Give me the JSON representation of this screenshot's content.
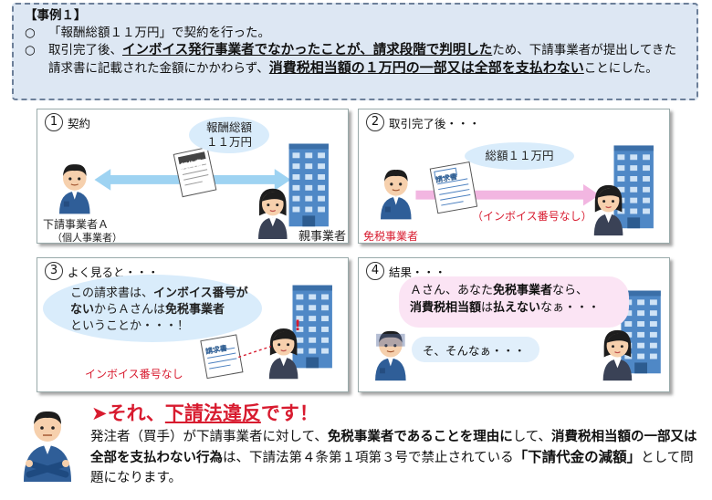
{
  "case": {
    "title": "【事例１】",
    "mark1": "○",
    "line1": "「報酬総額１１万円」で契約を行った。",
    "mark2": "○",
    "line2_a": "取引完了後、",
    "line2_b": "インボイス発行事業者でなかったことが、請求段階で判明した",
    "line2_c": "ため、下請事業者が提出してきた請求書に記載された金額にかかわらず、",
    "line2_d": "消費税相当額の１万円の一部又は全部を支払わない",
    "line2_e": "ことにした。"
  },
  "panel1": {
    "num": "1",
    "title": "契約",
    "bubble": "報酬総額\n１１万円",
    "doc_title": "契約書",
    "left_label": "下請事業者Ａ",
    "left_sub": "（個人事業者）",
    "right_label": "親事業者"
  },
  "panel2": {
    "num": "2",
    "title": "取引完了後・・・",
    "bubble": "総額１１万円",
    "doc_title": "請求書",
    "left_label": "免税事業者",
    "arrow_label": "（インボイス番号なし）"
  },
  "panel3": {
    "num": "3",
    "title": "よく見ると・・・",
    "speech_1": "この請求書は、",
    "speech_2": "インボイス番号が",
    "speech_3": "ない",
    "speech_4": "からＡさんは",
    "speech_5": "免税事業者",
    "speech_6": "ということか・・・！",
    "doc_title": "請求書",
    "red_label": "インボイス番号なし"
  },
  "panel4": {
    "num": "4",
    "title": "結果・・・",
    "speech_1": "Ａさん、あなた",
    "speech_2": "免税事業者",
    "speech_3": "なら、",
    "speech_4": "消費税相当額",
    "speech_5": "は",
    "speech_6": "払えない",
    "speech_7": "なぁ・・・",
    "reply": "そ、そんなぁ・・・"
  },
  "conclusion": {
    "arrow": "➤",
    "title_a": "それ、",
    "title_b": "下請法違反",
    "title_c": "です！",
    "t1": "発注者（買手）が下請事業者に対して、",
    "t2": "免税事業者であることを理由に",
    "t3": "して、",
    "t4": "消費税相当額の一部又は全部を支払わない行為",
    "t5": "は、下請法第４条第１項第３号で禁止されている",
    "t6": "「下請代金の減額」",
    "t7": "として問題になります。"
  },
  "colors": {
    "case_bg": "#dde7f3",
    "accent_red": "#d81b2f",
    "arrow_blue": "#9ed3f2",
    "arrow_pink": "#f2b6e1",
    "bubble_blue": "#d9ecfb",
    "bubble_pink": "#fbe4f4"
  }
}
